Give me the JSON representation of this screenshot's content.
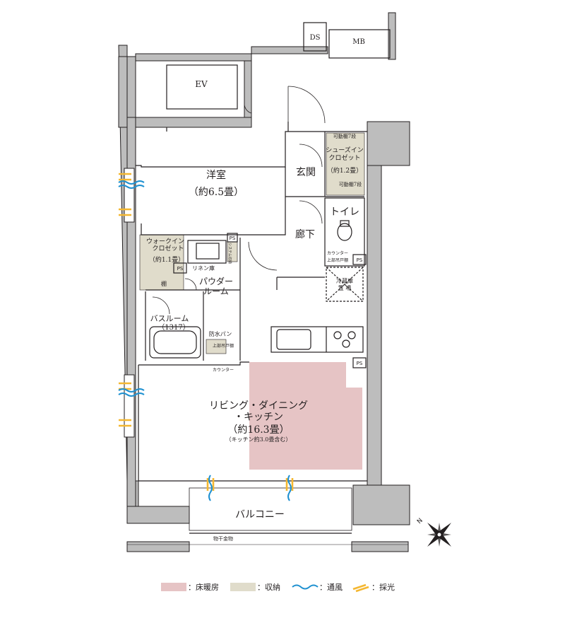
{
  "rooms": {
    "western": "洋室",
    "western_size": "（約6.5畳）",
    "entrance": "玄関",
    "corridor": "廊下",
    "toilet": "トイレ",
    "powder_1": "パウダー",
    "powder_2": "ルーム",
    "bath": "バスルーム",
    "bath_size": "（1317）",
    "ldk_1": "リビング・ダイニング",
    "ldk_2": "・キッチン",
    "ldk_size": "（約16.3畳）",
    "ldk_note": "（キッチン約3.0畳含む）",
    "balcony": "バルコニー",
    "ev": "EV",
    "ds": "DS",
    "mb": "MB"
  },
  "storage": {
    "shoes_top": "可動棚7段",
    "shoes_1": "シューズイン",
    "shoes_2": "クロゼット",
    "shoes_size": "（約1.2畳）",
    "shoes_bottom": "可動棚7段",
    "walkin_1": "ウォークイン",
    "walkin_2": "クロゼット",
    "walkin_size": "（約1.1畳）",
    "walkin_shelf": "棚",
    "linen": "リネン庫",
    "system_shelf": "システム収納",
    "counter_toilet": "カウンター",
    "upper_cabinet_toilet": "上部吊戸棚",
    "fridge_1": "冷蔵庫",
    "fridge_2": "置 場",
    "waterproof_pan": "防水パン",
    "upper_cabinet_wash": "上部吊戸棚",
    "counter_ldk": "カウンター",
    "ps": "PS",
    "laundry_hanger": "物干金物"
  },
  "compass": {
    "label": "N"
  },
  "legend": [
    {
      "label": "：床暖房",
      "kind": "swatch",
      "color": "#e6c4c5"
    },
    {
      "label": "：収納",
      "kind": "swatch",
      "color": "#e0dccb"
    },
    {
      "label": "：通風",
      "kind": "wave",
      "color": "#1e90d0"
    },
    {
      "label": "：採光",
      "kind": "rays",
      "color": "#f4b731"
    }
  ],
  "colors": {
    "wall": "#bdbdbd",
    "line": "#231f20",
    "floor_heating": "#e6c4c5",
    "storage": "#e0dccb",
    "ventilation": "#1e90d0",
    "daylight": "#f4b731"
  }
}
